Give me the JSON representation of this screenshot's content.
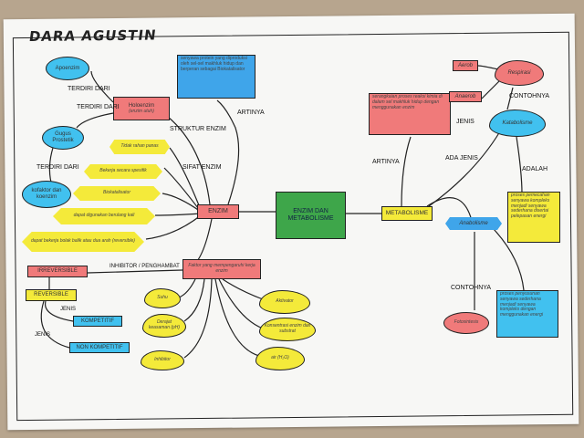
{
  "title": "DARA AGUSTIN",
  "colors": {
    "red": "#f07a7a",
    "yellow": "#f4ea3a",
    "cyan": "#41c1ef",
    "blue": "#3fa5ea",
    "green": "#3ea64a"
  },
  "central": {
    "label": "ENZIM DAN METABOLISME"
  },
  "enzim": {
    "label": "ENZIM",
    "struktur_label": "STRUKTUR ENZIM",
    "sifat_label": "SIFAT ENZIM",
    "inhibitor_label": "INHIBITOR / PENGHAMBAT",
    "artinya_label": "ARTINYA",
    "definition": "senyawa protein yang diproduksi oleh sel-sel makhluk hidup dan berperan sebagai Biokatalisator",
    "holoenzim": {
      "label": "Holoenzim",
      "note": "(enzim utuh)"
    },
    "apoenzim": "Apoenzim",
    "gugus_prostetik": "Gugus Prostetik",
    "kofaktor": "kofaktor dan koenzim",
    "terdiri_dari_1": "TERDIRI DARI",
    "terdiri_dari_2": "TERDIRI DARI",
    "terdiri_dari_3": "TERDIRI DARI",
    "sifat": [
      "Tidak rahan panas",
      "Bekerja secara spesifik",
      "Biokatalisator",
      "dapat digunakan berulang kali",
      "dapat bekerja bolak balik atau dua arah (reversible)"
    ],
    "irreversible": "IRREVERSIBLE",
    "reversible": "REVERSIBLE",
    "jenis_1": "JENIS",
    "jenis_2": "JENIS",
    "kompetitif": "KOMPETITIF",
    "nonkompetitif": "NON KOMPETITIF",
    "faktor_label": "Faktor yang mempengaruhi kerja enzim",
    "faktor": [
      "Suhu",
      "Derajat keasaman (pH)",
      "Inhibitor",
      "Aktivator",
      "Konsentrasi enzim dan substrat",
      "air (H₂O)"
    ]
  },
  "metabolisme": {
    "label": "METABOLISME",
    "artinya_label": "ARTINYA",
    "ada_jenis_label": "ADA JENIS",
    "definition": "serangkaian proses reaksi kimia di dalam sel makhluk hidup dengan menggunakan enzim",
    "katabolisme": "Katabolisme",
    "anabolisme": "Anabolisme",
    "respirasi": "Respirasi",
    "aerob": "Aerob",
    "anaerob": "Anaerob",
    "contohnya_1": "CONTOHNYA",
    "contohnya_2": "CONTOHNYA",
    "adalah": "ADALAH",
    "kata_desc": "proses pemecahan senyawa kompleks menjadi senyawa sederhana disertai pelepasan energi",
    "ana_desc": "proses penyusunan senyawa sederhana menjadi senyawa kompleks dengan menggunakan energi",
    "fotosintesis": "Fotosintesis"
  }
}
